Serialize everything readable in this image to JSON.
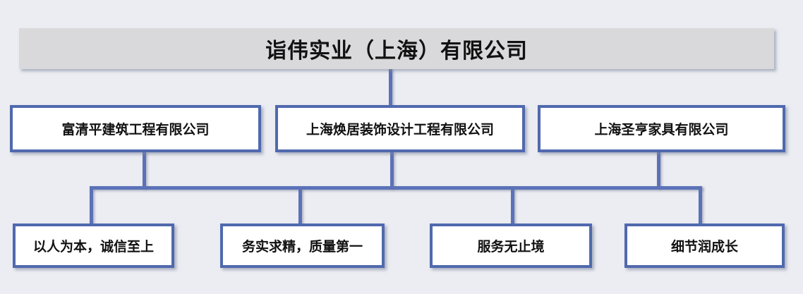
{
  "org_chart": {
    "root": {
      "label": "诣伟实业（上海）有限公司"
    },
    "level2": [
      {
        "label": "富清平建筑工程有限公司"
      },
      {
        "label": "上海焕居装饰设计工程有限公司"
      },
      {
        "label": "上海圣亨家具有限公司"
      }
    ],
    "level3": [
      {
        "label": "以人为本，诚信至上"
      },
      {
        "label": "务实求精，质量第一"
      },
      {
        "label": "服务无止境"
      },
      {
        "label": "细节润成长"
      }
    ],
    "colors": {
      "background": "#ECEDF2",
      "connector": "#5B72B8",
      "box_border": "#5069AE",
      "box_fill": "#FFFFFF",
      "root_fill": "#D9D9DB",
      "text": "#111111"
    }
  }
}
